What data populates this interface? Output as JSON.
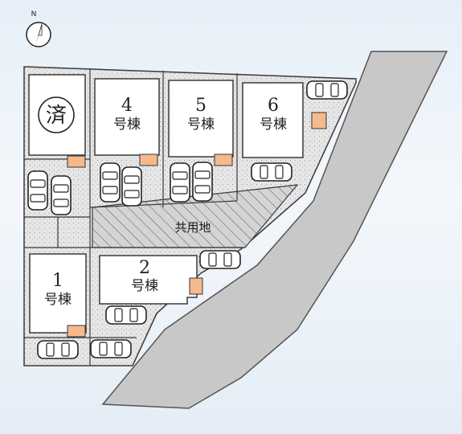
{
  "map": {
    "compass": {
      "label": "N"
    },
    "buildings": [
      {
        "id": "sumi",
        "label": "済",
        "status": "sold"
      },
      {
        "id": "b4",
        "number": "4",
        "suffix": "号棟"
      },
      {
        "id": "b5",
        "number": "5",
        "suffix": "号棟"
      },
      {
        "id": "b6",
        "number": "6",
        "suffix": "号棟"
      },
      {
        "id": "b1",
        "number": "1",
        "suffix": "号棟"
      },
      {
        "id": "b2",
        "number": "2",
        "suffix": "号棟"
      }
    ],
    "common_area": {
      "label": "共用地"
    },
    "colors": {
      "road": "#c8c8c8",
      "road_edge": "#555555",
      "lot_fill": "#ffffff",
      "gravel": "#d9d9d9",
      "meter": "#f5b98b",
      "line": "#3a3a3a"
    }
  }
}
